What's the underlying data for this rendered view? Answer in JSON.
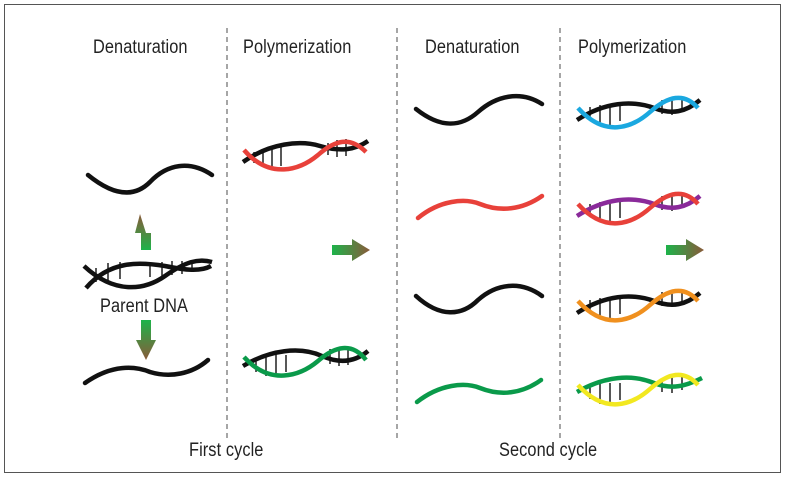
{
  "headers": {
    "col1": "Denaturation",
    "col2": "Polymerization",
    "col3": "Denaturation",
    "col4": "Polymerization"
  },
  "labels": {
    "parent_dna": "Parent DNA",
    "first_cycle": "First cycle",
    "second_cycle": "Second cycle"
  },
  "colors": {
    "black_strand": "#111111",
    "red_strand": "#e8413a",
    "green_strand": "#0a9a4a",
    "blue_strand": "#1aa8e0",
    "purple_strand": "#8a2a9a",
    "orange_strand": "#f0901e",
    "yellow_strand": "#f2e820",
    "arrow_start": "#1db34a",
    "arrow_end": "#8a5a3a",
    "divider": "#777777"
  }
}
